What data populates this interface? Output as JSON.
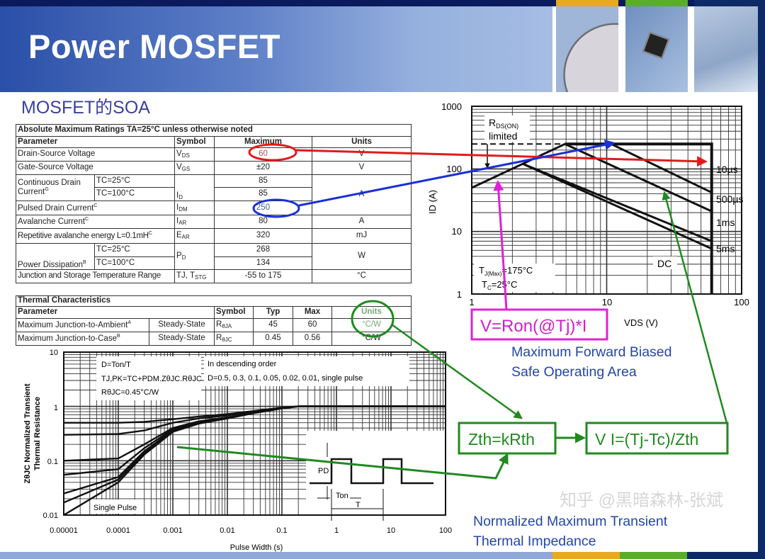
{
  "slide": {
    "title": "Power MOSFET",
    "subtitle": "MOSFET的SOA",
    "watermark": "知乎 @黑暗森林-张斌"
  },
  "colors": {
    "title_bar": "#0a1a5c",
    "caption": "#2346a8",
    "red": "#e01b1b",
    "blue": "#1a2fd6",
    "magenta": "#e020d8",
    "green": "#1f8a1f"
  },
  "abs_max": {
    "title": "Absolute Maximum Ratings  TA=25°C unless otherwise noted",
    "headers": [
      "Parameter",
      "Symbol",
      "Maximum",
      "Units"
    ],
    "rows": [
      {
        "param": "Drain-Source Voltage",
        "sym": "V",
        "sub": "DS",
        "max": "60",
        "unit": "V"
      },
      {
        "param": "Gate-Source Voltage",
        "sym": "V",
        "sub": "GS",
        "max": "±20",
        "unit": "V"
      },
      {
        "param": "Continuous Drain Current",
        "sup": "G",
        "cond1": "TC=25°C",
        "cond2": "TC=100°C",
        "sym": "I",
        "sub": "D",
        "max1": "85",
        "max2": "85",
        "unit": "A"
      },
      {
        "param": "Pulsed Drain Current",
        "sup": "C",
        "sym": "I",
        "sub": "DM",
        "max": "250"
      },
      {
        "param": "Avalanche Current",
        "sup": "C",
        "sym": "I",
        "sub": "AR",
        "max": "80",
        "unit": "A"
      },
      {
        "param": "Repetitive avalanche energy L=0.1mH",
        "sup": "C",
        "sym": "E",
        "sub": "AR",
        "max": "320",
        "unit": "mJ"
      },
      {
        "param": "Power Dissipation",
        "sup": "B",
        "cond1": "TC=25°C",
        "cond2": "TC=100°C",
        "sym": "P",
        "sub": "D",
        "max1": "268",
        "max2": "134",
        "unit": "W"
      },
      {
        "param": "Junction and Storage Temperature Range",
        "sym": "TJ, T",
        "sub": "STG",
        "max": "-55 to 175",
        "unit": "°C"
      }
    ]
  },
  "thermal": {
    "title": "Thermal Characteristics",
    "headers": [
      "Parameter",
      "Symbol",
      "Typ",
      "Max",
      "Units"
    ],
    "rows": [
      {
        "param": "Maximum Junction-to-Ambient",
        "sup": "A",
        "cond": "Steady-State",
        "sym": "R",
        "sub": "θJA",
        "typ": "45",
        "max": "60",
        "unit": "°C/W"
      },
      {
        "param": "Maximum Junction-to-Case",
        "sup": "B",
        "cond": "Steady-State",
        "sym": "R",
        "sub": "θJC",
        "typ": "0.45",
        "max": "0.56",
        "unit": "°C/W"
      }
    ]
  },
  "annotations": {
    "ron_formula": "V=Ron(@Tj)*I",
    "zth_formula": "Zth=kRth",
    "vi_formula": "V I=(Tj-Tc)/Zth",
    "soa_caption": [
      "Maximum Forward Biased",
      "Safe Operating Area"
    ],
    "zth_caption": [
      "Normalized Maximum Transient",
      "Thermal Impedance"
    ]
  },
  "chart_data": [
    {
      "type": "line",
      "xlabel": "VDS (V)",
      "ylabel": "ID (A)",
      "xscale": "log",
      "yscale": "log",
      "xlim": [
        1,
        100
      ],
      "ylim": [
        1,
        1000
      ],
      "xticks": [
        "1",
        "10",
        "100"
      ],
      "yticks": [
        "1000",
        "100",
        "10",
        "1"
      ],
      "grid": true,
      "annotations": [
        "RDS(ON) limited",
        "TJ(Max)=175°C",
        "TC=25°C"
      ],
      "rds_limit": [
        [
          1,
          50
        ],
        [
          4.9,
          250
        ]
      ],
      "rds_dashed": [
        [
          1,
          250
        ],
        [
          4.9,
          250
        ]
      ],
      "series": [
        {
          "name": "10µs",
          "points": [
            [
              4.9,
              250
            ],
            [
              10.8,
              250
            ],
            [
              60,
              42
            ]
          ]
        },
        {
          "name": "500µs",
          "points": [
            [
              4.9,
              250
            ],
            [
              60,
              21
            ]
          ]
        },
        {
          "name": "1ms",
          "points": [
            [
              2.4,
              120
            ],
            [
              60,
              7
            ]
          ]
        },
        {
          "name": "5ms",
          "points": [
            [
              2.4,
              120
            ],
            [
              60,
              5.3
            ]
          ]
        },
        {
          "name": "DC",
          "points": [
            [
              4.9,
              250
            ],
            [
              60,
              250
            ],
            [
              60,
              1
            ]
          ]
        }
      ]
    },
    {
      "type": "line",
      "xlabel": "Pulse Width (s)",
      "ylabel": [
        "ZθJC Normalized Transient",
        "Thermal Resistance"
      ],
      "xscale": "log",
      "yscale": "log",
      "xlim": [
        1e-05,
        100
      ],
      "ylim": [
        0.01,
        10
      ],
      "xticks": [
        "0.00001",
        "0.0001",
        "0.001",
        "0.01",
        "0.1",
        "1",
        "10",
        "100"
      ],
      "yticks": [
        "10",
        "1",
        "0.1",
        "0.01"
      ],
      "grid": true,
      "notes": [
        "D=Ton/T",
        "TJ,PK=TC+PDM.ZθJC.RθJC",
        "RθJC=0.45°C/W"
      ],
      "legend_note": [
        "In descending order",
        "D=0.5, 0.3, 0.1, 0.05, 0.02, 0.01, single pulse"
      ],
      "single_pulse_label": "Single Pulse",
      "inset_labels": [
        "PD",
        "Ton",
        "T"
      ],
      "x": [
        1e-05,
        0.0001,
        0.0003,
        0.001,
        0.003,
        0.01,
        0.03,
        0.1,
        0.2,
        100
      ],
      "series": [
        {
          "name": "0.5",
          "values": [
            0.5,
            0.5,
            0.52,
            0.58,
            0.65,
            0.72,
            0.82,
            0.95,
            1,
            1
          ]
        },
        {
          "name": "0.3",
          "values": [
            0.3,
            0.31,
            0.36,
            0.5,
            0.6,
            0.68,
            0.8,
            0.93,
            1,
            1
          ]
        },
        {
          "name": "0.1",
          "values": [
            0.1,
            0.11,
            0.2,
            0.4,
            0.53,
            0.63,
            0.77,
            0.92,
            1,
            1
          ]
        },
        {
          "name": "0.05",
          "values": [
            0.055,
            0.07,
            0.17,
            0.38,
            0.5,
            0.62,
            0.76,
            0.92,
            1,
            1
          ]
        },
        {
          "name": "0.02",
          "values": [
            0.025,
            0.05,
            0.15,
            0.36,
            0.5,
            0.61,
            0.76,
            0.92,
            1,
            1
          ]
        },
        {
          "name": "0.01",
          "values": [
            0.017,
            0.045,
            0.14,
            0.35,
            0.49,
            0.6,
            0.75,
            0.92,
            1,
            1
          ]
        },
        {
          "name": "single pulse",
          "values": [
            0.01,
            0.04,
            0.13,
            0.34,
            0.48,
            0.6,
            0.75,
            0.92,
            1,
            1
          ]
        }
      ]
    }
  ]
}
